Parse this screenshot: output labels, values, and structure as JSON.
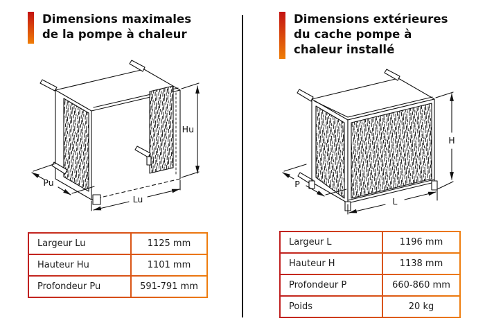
{
  "left": {
    "title_lines": [
      "Dimensions maximales",
      "de la pompe à chaleur"
    ],
    "dims": {
      "height": "Hu",
      "width": "Lu",
      "depth": "Pu"
    },
    "table": [
      {
        "label": "Largeur Lu",
        "value": "1125 mm"
      },
      {
        "label": "Hauteur Hu",
        "value": "1101 mm"
      },
      {
        "label": "Profondeur Pu",
        "value": "591-791 mm"
      }
    ]
  },
  "right": {
    "title_lines": [
      "Dimensions extérieures",
      "du cache pompe à",
      "chaleur installé"
    ],
    "dims": {
      "height": "H",
      "width": "L",
      "depth": "P"
    },
    "table": [
      {
        "label": "Largeur L",
        "value": "1196 mm"
      },
      {
        "label": "Hauteur H",
        "value": "1138 mm"
      },
      {
        "label": "Profondeur P",
        "value": "660-860 mm"
      },
      {
        "label": "Poids",
        "value": "20 kg"
      }
    ]
  },
  "colors": {
    "accent_top": "#c31212",
    "accent_bottom": "#ef7d06",
    "line": "#111111"
  }
}
